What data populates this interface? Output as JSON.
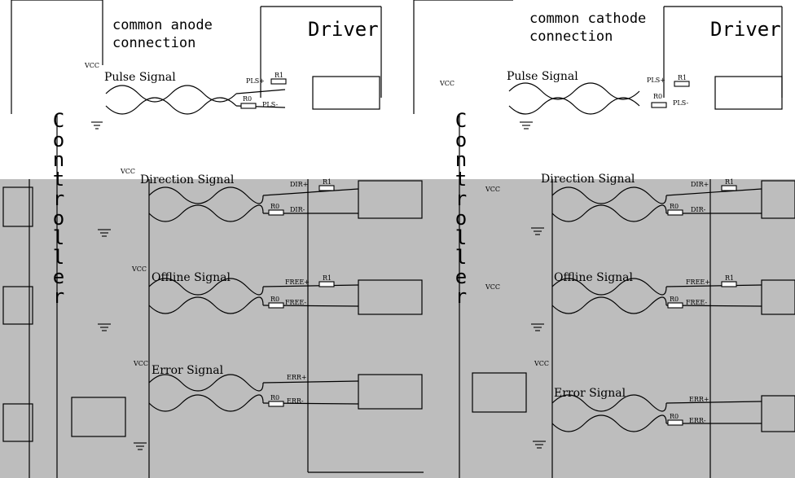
{
  "left": {
    "title": "common anode connection",
    "driver": "Driver",
    "controller": "Controller",
    "signals": {
      "pulse": "Pulse Signal",
      "direction": "Direction Signal",
      "offline": "Offline Signal",
      "error": "Error Signal"
    },
    "pins": {
      "pls_p": "PLS+",
      "pls_m": "PLS-",
      "dir_p": "DIR+",
      "dir_m": "DIR-",
      "free_p": "FREE+",
      "free_m": "FREE-",
      "err_p": "ERR+",
      "err_m": "ERR-"
    },
    "vcc": "VCC",
    "r1": "R1",
    "r0": "R0"
  },
  "right": {
    "title": "common cathode connection",
    "driver": "Driver",
    "controller": "Controller",
    "signals": {
      "pulse": "Pulse Signal",
      "direction": "Direction Signal",
      "offline": "Offline Signal",
      "error": "Error Signal"
    },
    "pins": {
      "pls_p": "PLS+",
      "pls_m": "PLS-",
      "dir_p": "DIR+",
      "dir_m": "DIR-",
      "free_p": "FREE+",
      "free_m": "FREE-",
      "err_p": "ERR+",
      "err_m": "ERR-"
    },
    "vcc": "VCC",
    "r1": "R1",
    "r0": "R0"
  },
  "colors": {
    "background": "#ffffff",
    "panel": "#bdbdbd",
    "line": "#000000"
  }
}
